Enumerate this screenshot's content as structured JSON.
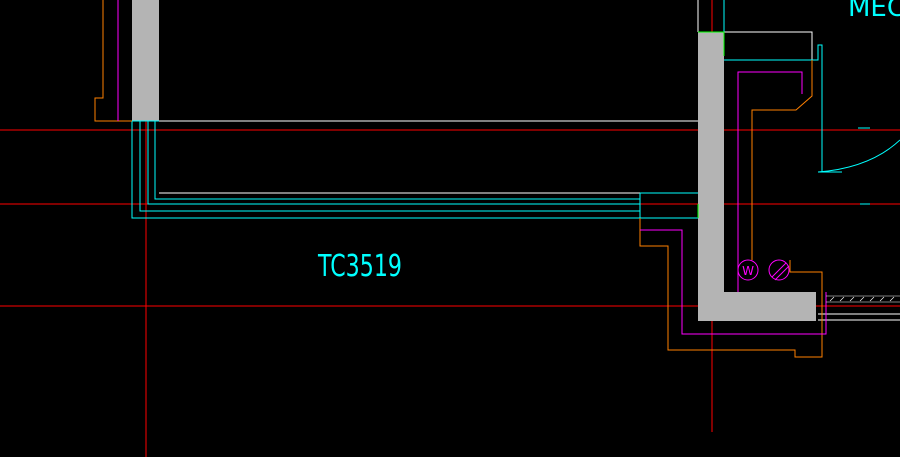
{
  "drawing": {
    "background_color": "#000000",
    "window_label": "TC3519",
    "room_label_partial": "MEC",
    "wall_fill_color": "#b4b4b4",
    "layer_colors": {
      "grid_axis": "#ff0000",
      "window_outline": "#00ffff",
      "wall_outline": "#ffffff",
      "edge_line": "#ff8000",
      "pipe_outline": "#ff00ff",
      "joint_mark": "#00ff00"
    },
    "symbols": [
      {
        "name": "pipe-symbol-w",
        "letter": "W"
      },
      {
        "name": "pipe-symbol-hatched",
        "letter": ""
      }
    ]
  }
}
